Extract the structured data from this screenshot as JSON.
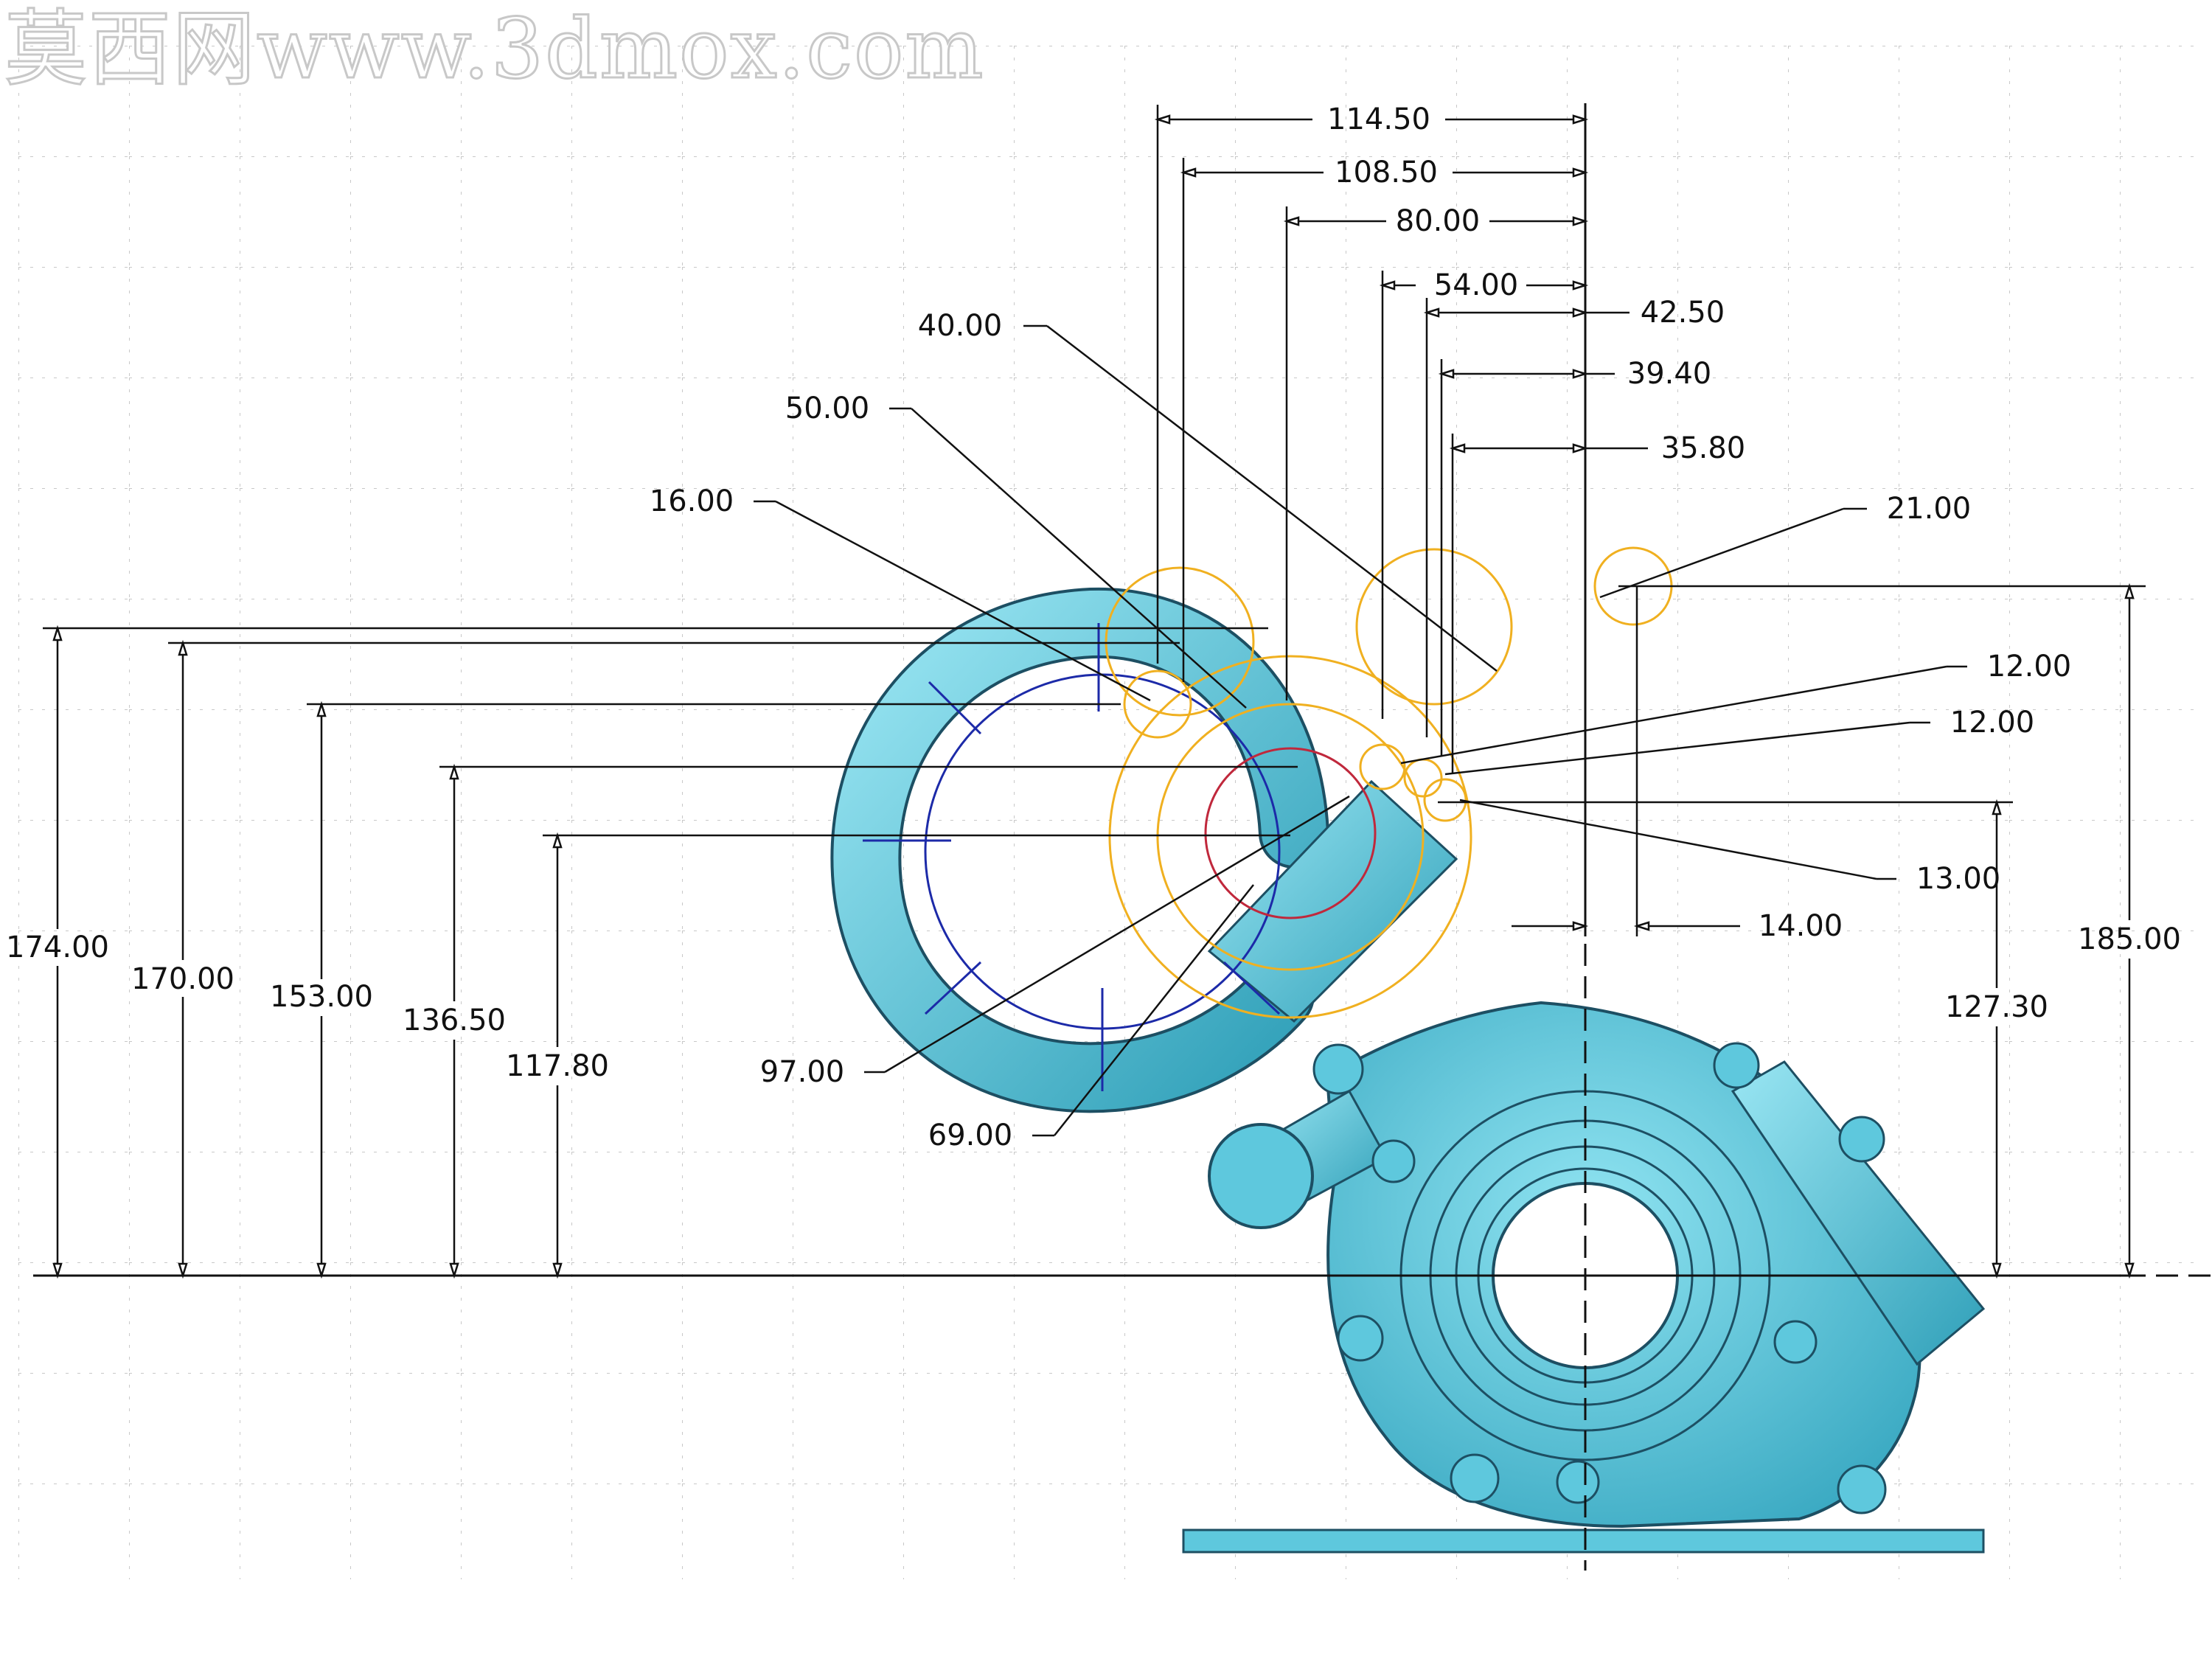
{
  "watermark": "莫西网www.3dmox.com",
  "colors": {
    "background": "#ffffff",
    "grid": "#c8c8c8",
    "dimension_line": "#111111",
    "part_fill": "#5ec8dd",
    "part_edge": "#1d4f63",
    "construction_circle": "#f0b020",
    "construction_blue": "#1c2aa8",
    "construction_red": "#c0283c"
  },
  "horizontal_dims": [
    {
      "label": "114.50"
    },
    {
      "label": "108.50"
    },
    {
      "label": "80.00"
    },
    {
      "label": "54.00"
    },
    {
      "label": "42.50"
    },
    {
      "label": "39.40"
    },
    {
      "label": "35.80"
    }
  ],
  "vertical_dims": [
    {
      "label": "174.00"
    },
    {
      "label": "170.00"
    },
    {
      "label": "153.00"
    },
    {
      "label": "136.50"
    },
    {
      "label": "117.80"
    },
    {
      "label": "127.30"
    },
    {
      "label": "185.00"
    }
  ],
  "radius_dims": [
    {
      "label": "40.00"
    },
    {
      "label": "50.00"
    },
    {
      "label": "16.00"
    },
    {
      "label": "21.00"
    },
    {
      "label": "12.00"
    },
    {
      "label": "12.00"
    },
    {
      "label": "13.00"
    },
    {
      "label": "97.00"
    },
    {
      "label": "69.00"
    }
  ],
  "offset_dims": [
    {
      "label": "14.00"
    }
  ]
}
